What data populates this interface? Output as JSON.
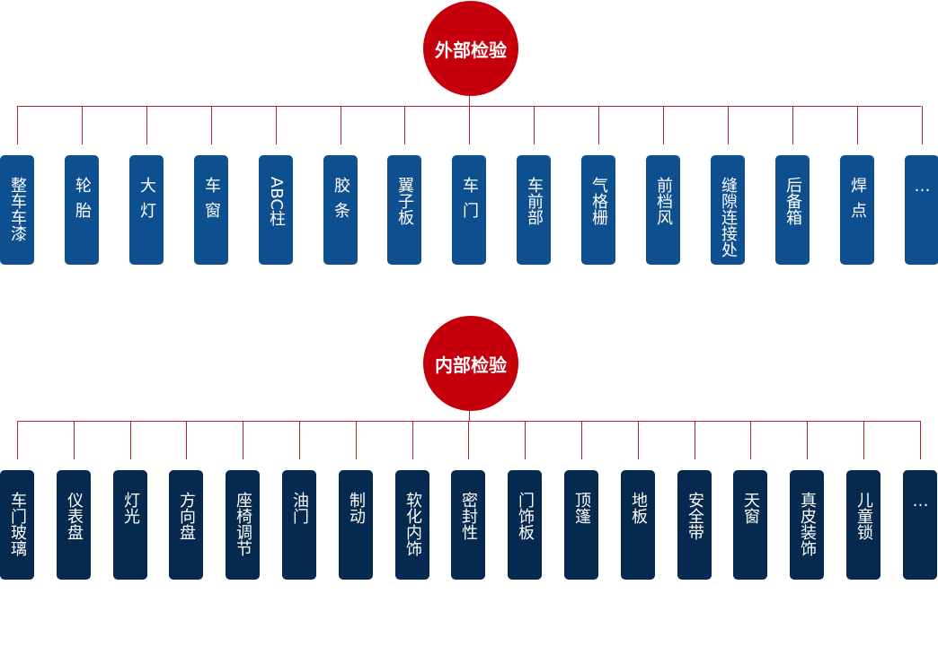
{
  "exterior": {
    "title": "外部检验",
    "items": [
      "整车车漆",
      "轮胎",
      "大灯",
      "车窗",
      "ABC柱",
      "胶条",
      "翼子板",
      "车门",
      "车前部",
      "气格栅",
      "前档风",
      "缝隙连接处",
      "后备箱",
      "焊点",
      "…"
    ]
  },
  "interior": {
    "title": "内部检验",
    "items": [
      "车门玻璃",
      "仪表盘",
      "灯光",
      "方向盘",
      "座椅调节",
      "油门",
      "制动",
      "软化内饰",
      "密封性",
      "门饰板",
      "顶篷",
      "地板",
      "安全带",
      "天窗",
      "真皮装饰",
      "儿童锁",
      "…"
    ]
  },
  "colors": {
    "hub": "#c5000c",
    "line": "#b3262f",
    "exterior_card": "#0e4f8f",
    "interior_card": "#06294f"
  }
}
